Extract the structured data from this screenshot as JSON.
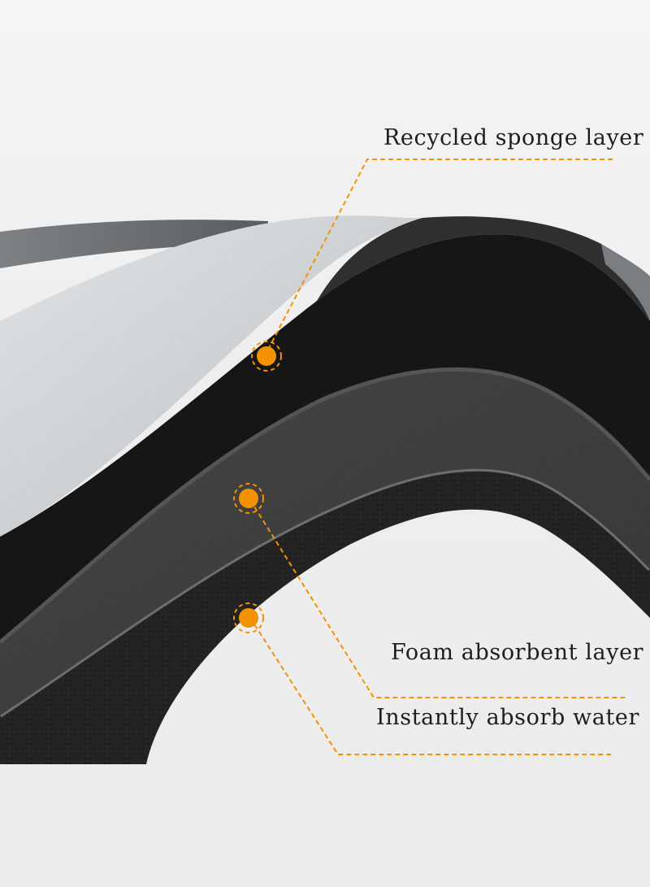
{
  "labels": {
    "recycled": "Recycled sponge layer",
    "foam": "Foam absorbent layer",
    "instant": "Instantly absorb water"
  },
  "colors": {
    "accent": "#f39200",
    "top_fabric": "#d5d8da",
    "sponge": "#1a1a1a",
    "foam": "#333333",
    "base": "#262626"
  },
  "icons": [
    "layer-marker-icon",
    "layer-marker-icon",
    "layer-marker-icon"
  ]
}
